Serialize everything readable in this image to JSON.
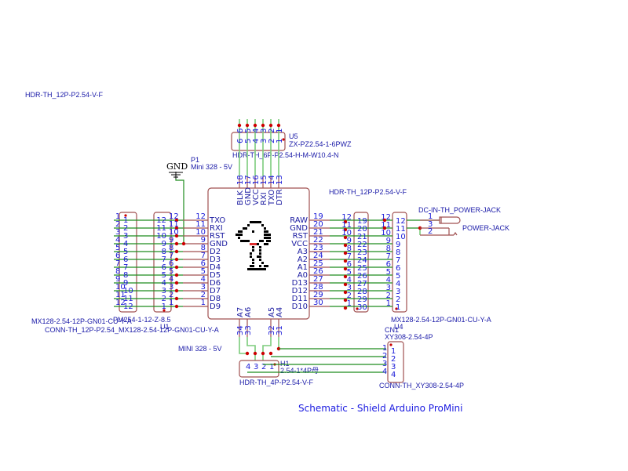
{
  "title": "Schematic - Shield Arduino ProMini",
  "labels": {
    "hdr_top_left": "HDR-TH_12P-P2.54-V-F",
    "hdr_top_right": "HDR-TH_12P-P2.54-V-F",
    "p1_ref": "P1",
    "p1_value": "Mini 328 - 5V",
    "gnd": "GND",
    "u5_ref": "U5",
    "u5_value": "ZX-PZ2.54-1-6PWZ",
    "u5_footprint": "HDR-TH_6P-P2.54-H-M-W10.4-N",
    "left_conn_value": "MX128-2.54-12P-GN01-CU-Y-A",
    "left_pm": "PM254-1-12-Z-8.5",
    "u1_ref": "U1",
    "left_footprint": "CONN-TH_12P-P2.54_MX128-2.54-12P-GN01-CU-Y-A",
    "mini_label": "MINI 328 - 5V",
    "right_conn_value": "MX128-2.54-12P-GN01-CU-Y-A",
    "u4_ref": "U4",
    "cn1_ref": "CN1",
    "cn1_value": "XY308-2.54-4P",
    "cn1_footprint": "CONN-TH_XY308-2.54-4P",
    "h1_ref": "H1",
    "h1_value": "2.54-1*4P母",
    "h1_footprint": "HDR-TH_4P-P2.54-V-F",
    "dc_value": "DC-IN-TH_POWER-JACK",
    "dc_name": "POWER-JACK"
  },
  "top_header": {
    "pins": [
      "6",
      "5",
      "4",
      "3",
      "2",
      "1"
    ],
    "signals": [
      "BLK",
      "GND",
      "VCC",
      "RXI",
      "TXO",
      "DTR"
    ],
    "numbers": [
      "18",
      "17",
      "16",
      "15",
      "14",
      "13"
    ]
  },
  "left_side": {
    "signals": [
      "TXO",
      "RXI",
      "RST",
      "GND",
      "D2",
      "D3",
      "D4",
      "D5",
      "D6",
      "D7",
      "D8",
      "D9"
    ],
    "numbers": [
      "12",
      "11",
      "10",
      "9",
      "8",
      "7",
      "6",
      "5",
      "4",
      "3",
      "2",
      "1"
    ],
    "outer_pins": [
      "1",
      "2",
      "3",
      "4",
      "5",
      "6",
      "7",
      "8",
      "9",
      "10",
      "11",
      "12"
    ]
  },
  "right_side": {
    "signals": [
      "RAW",
      "GND",
      "RST",
      "VCC",
      "A3",
      "A2",
      "A1",
      "A0",
      "D13",
      "D12",
      "D11",
      "D10"
    ],
    "numbers": [
      "19",
      "20",
      "21",
      "22",
      "23",
      "24",
      "25",
      "26",
      "27",
      "28",
      "29",
      "30"
    ],
    "hdr_pins": [
      "12",
      "11",
      "10",
      "9",
      "8",
      "7",
      "6",
      "5",
      "4",
      "3",
      "2",
      "1"
    ]
  },
  "bottom": {
    "signals": [
      "A7",
      "A6",
      "A5",
      "A4"
    ],
    "numbers": [
      "34",
      "33",
      "32",
      "31"
    ],
    "h1_pins": [
      "4",
      "3",
      "2",
      "1"
    ],
    "cn1_pins": [
      "1",
      "2",
      "3",
      "4"
    ]
  },
  "power_jack": {
    "pins": [
      "1",
      "3",
      "2"
    ]
  }
}
